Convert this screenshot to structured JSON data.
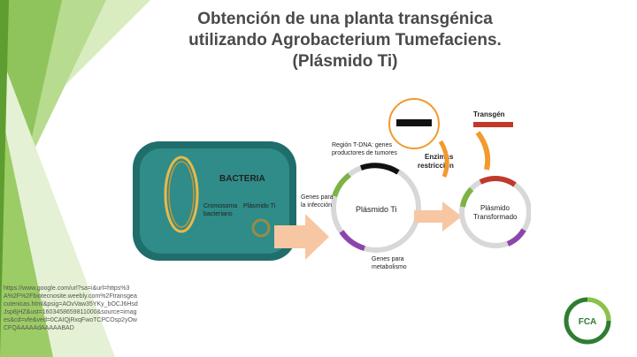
{
  "slide": {
    "title_lines": [
      "Obtención de una planta transgénica",
      "utilizando Agrobacterium Tumefaciens.",
      "(Plásmido Ti)"
    ],
    "source_url": "https://www.google.com/url?sa=i&url=https%3A%2F%2Fbiotecnosite.weebly.com%2Ftransgeacutenicas.html&psig=AOvVaw35YKy_bOCJ6HsdJsp8jHZ&ust=1603458659811000&source=images&cd=vfe&ved=0CAIQjRxqFwoTCPCOsp2yOwCFQAAAAAdAAAAABAD"
  },
  "diagram": {
    "bacteria_label": "BACTERIA",
    "chromosome_label": [
      "Cromosoma",
      "bacteriano"
    ],
    "plasmid_ti_small_label": "Plásmido Ti",
    "genes_infection_label": [
      "Genes para",
      "la infección"
    ],
    "tdna_label": [
      "Región T-DNA: genes",
      "productores de tumores"
    ],
    "plasmid_ti_label": "Plásmido Ti",
    "genes_metabolism_label": [
      "Genes para",
      "metabolismo"
    ],
    "enzymes_label": [
      "Enzimas",
      "restricción"
    ],
    "transgene_label": "Transgén",
    "transformed_label": [
      "Plásmido",
      "Transformado"
    ]
  },
  "logo": {
    "text": "FCA"
  },
  "colors": {
    "green_accent": "#8bc34a",
    "dark_green": "#2e7d32",
    "bacteria_teal": "#1f6e6b",
    "arrow_peach": "#f6c7a2",
    "transgene_red": "#c0392b"
  }
}
